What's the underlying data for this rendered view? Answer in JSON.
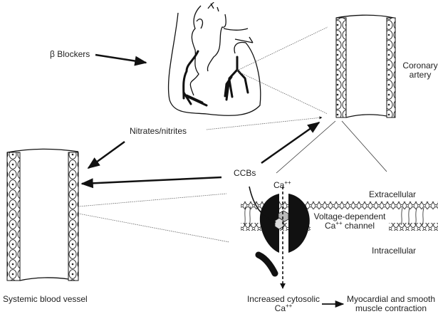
{
  "labels": {
    "beta_blockers": "β Blockers",
    "nitrates": "Nitrates/nitrites",
    "ccbs": "CCBs",
    "coronary_line1": "Coronary",
    "coronary_line2": "artery",
    "systemic": "Systemic blood vessel",
    "ca": "Ca",
    "ca_sup": "++",
    "extracellular": "Extracellular",
    "intracellular": "Intracellular",
    "channel_line1": "Voltage-dependent",
    "channel_ca": "Ca",
    "channel_sup": "++",
    "channel_line2": " channel",
    "cytosolic_line1": "Increased cytosolic",
    "cytosolic_ca": "Ca",
    "cytosolic_sup": "++",
    "contraction_line1": "Myocardial and smooth",
    "contraction_line2": "muscle contraction"
  },
  "colors": {
    "ink": "#111111",
    "dotted": "#555555",
    "fill_gray": "#bbbbbb"
  }
}
